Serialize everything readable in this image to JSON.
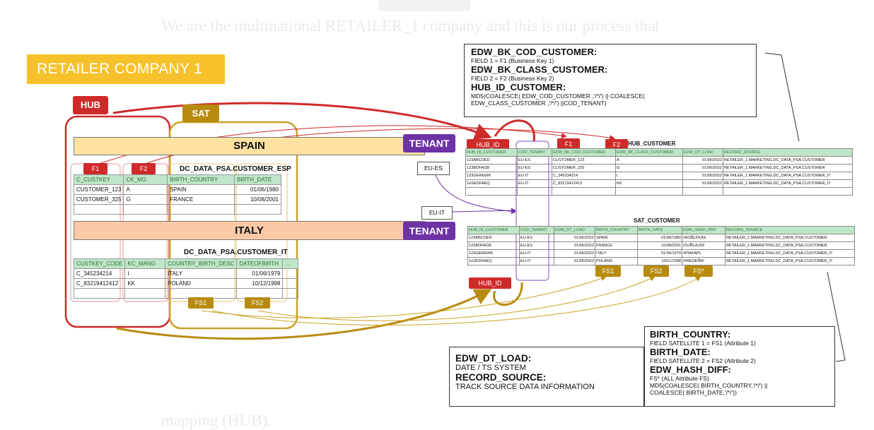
{
  "ghost": {
    "top_text": "We are the multinational RETAILER_1 company and this is our process that",
    "bottom_text": "mapping (HUB)."
  },
  "company": "RETAILER COMPANY 1",
  "badges": {
    "hub": "HUB",
    "sat": "SAT",
    "tenant": "TENANT",
    "eu_es": "EU-ES",
    "eu_it": "EU-IT",
    "hub_id": "HUB_ID",
    "f1": "F1",
    "f2": "F2",
    "fs1": "FS1",
    "fs2": "FS2",
    "fs_star": "FS*"
  },
  "spain": {
    "label": "SPAIN",
    "title": "DC_DATA_PSA.CUSTOMER_ESP",
    "headers": [
      "C_CUSTKEY",
      "CK_MG",
      "BIRTH_COUNTRY",
      "BIRTH_DATE"
    ],
    "rows": [
      [
        "CUSTOMER_123",
        "A",
        "SPAIN",
        "01/06/1980"
      ],
      [
        "CUSTOMER_325",
        "G",
        "FRANCE",
        "10/08/2001"
      ],
      [
        "",
        "",
        "",
        ""
      ]
    ]
  },
  "italy": {
    "label": "ITALY",
    "title": "DC_DATA_PSA.CUSTOMER_IT",
    "headers": [
      "CUSTKEY_CODE",
      "KC_MANG",
      "COUNTRY_BIRTH_DESC",
      "DATEOFBIRTH",
      "…"
    ],
    "rows": [
      [
        "C_345234214",
        "I",
        "ITALY",
        "01/06/1979",
        ""
      ],
      [
        "C_83219412412",
        "KK",
        "POLAND",
        "10/12/1998",
        ""
      ],
      [
        "",
        "",
        "",
        "",
        ""
      ]
    ]
  },
  "info_top": {
    "l1": "EDW_BK_COD_CUSTOMER:",
    "l2": "FIELD 1 = F1 (Business Key 1)",
    "l3": "EDW_BK_CLASS_CUSTOMER:",
    "l4": "FIELD 2 = F2 (Business Key 2)",
    "l5": "HUB_ID_CUSTOMER:",
    "l6": "MD5(COALESCE( EDW_COD_CUSTOMER ,'/*/') || COALESCE(",
    "l7": "EDW_CLASS_CUSTOMER ,'/*/') ||COD_TENANT)"
  },
  "hub_customer": {
    "title": "HUB_CUSTOMER",
    "headers": [
      "HUB_ID_CUSTOMER",
      "COD_TENANT",
      "EDW_BK_COD_CUSTOMER",
      "EDW_BK_CLASS_CUSTOMER",
      "EDW_DT_LOAD",
      "RECORD_SOURCE"
    ],
    "rows": [
      [
        "123ABCDED",
        "EU-ES",
        "CUSTOMER_123",
        "A",
        "01/06/2022",
        "RETAILER_1.MARKETING.DC_DATA_PSA.CUSTOMER"
      ],
      [
        "123BDFAGB",
        "EU-ES",
        "CUSTOMER_325",
        "G",
        "01/06/2022",
        "RETAILER_1.MARKETING.DC_DATA_PSA.CUSTOMER"
      ],
      [
        "123GEREWK",
        "EU-IT",
        "C_345234214",
        "I",
        "01/06/2022",
        "RETAILER_1.MARKETING.DC_DATA_PSA.CUSTOMER_IT"
      ],
      [
        "1eSEDFAEQ",
        "EU-IT",
        "C_83219412412",
        "KK",
        "01/06/2022",
        "RETAILER_1.MARKETING.DC_DATA_PSA.CUSTOMER_IT"
      ],
      [
        "",
        "",
        "",
        "",
        "",
        ""
      ]
    ]
  },
  "sat_customer": {
    "title": "SAT_CUSTOMER",
    "headers": [
      "HUB_ID_CUSTOMER",
      "COD_TENANT",
      "EDW_DT_LOAD",
      "BIRTH_COUNTRY",
      "BIRTH_DATE",
      "EDW_HASH_DIFF",
      "RECORD_SOURCE"
    ],
    "rows": [
      [
        "123ABCDED",
        "EU-ES",
        "01/06/2022",
        "SPAIN",
        "01/06/1980",
        "#ASÑLFKAS",
        "RETAILER_1.MARKETING.DC_DATA_PSA.CUSTOMER"
      ],
      [
        "123BDFAGB",
        "EU-ES",
        "01/06/2022",
        "FRANCE",
        "10/08/2001",
        "#SJÑLAJDF",
        "RETAILER_1.MARKETING.DC_DATA_PSA.CUSTOMER"
      ],
      [
        "123GEREWK",
        "EU-IT",
        "01/06/2022",
        "ITALY",
        "01/06/1979",
        "#PIAFAPI;",
        "RETAILER_1.MARKETING.DC_DATA_PSA.CUSTOMER_IT"
      ],
      [
        "1eSEDFAEQ",
        "EU-IT",
        "01/06/2022",
        "POLAND",
        "10/11/1998",
        "#WEQEÑRI",
        "RETAILER_1.MARKETING.DC_DATA_PSA.CUSTOMER_IT"
      ]
    ]
  },
  "info_bottom_left": {
    "l1": "EDW_DT_LOAD:",
    "l2": "DATE / TS SYSTEM",
    "l3": "RECORD_SOURCE:",
    "l4": "TRACK SOURCE DATA INFORMATION"
  },
  "info_bottom_right": {
    "l1": "BIRTH_COUNTRY:",
    "l2": "FIELD SATELLITE 1 = FS1 (Attribute 1)",
    "l3": "BIRTH_DATE:",
    "l4": "FIELD SATELLITE 2 = FS2 (Attribute 2)",
    "l5": "EDW_HASH_DIFF:",
    "l6": "FS* (ALL Attribute FS)",
    "l7": "MD5(COALESCE( BIRTH_COUNTRY,'/*/') ||",
    "l8": "COALESCE( BIRTH_DATE,'/*/'))"
  },
  "colors": {
    "hub": "#cf2a2a",
    "sat": "#b88b10",
    "tenant": "#6d33a5",
    "company": "#f6c12b",
    "key_header": "#bfe6c8"
  }
}
